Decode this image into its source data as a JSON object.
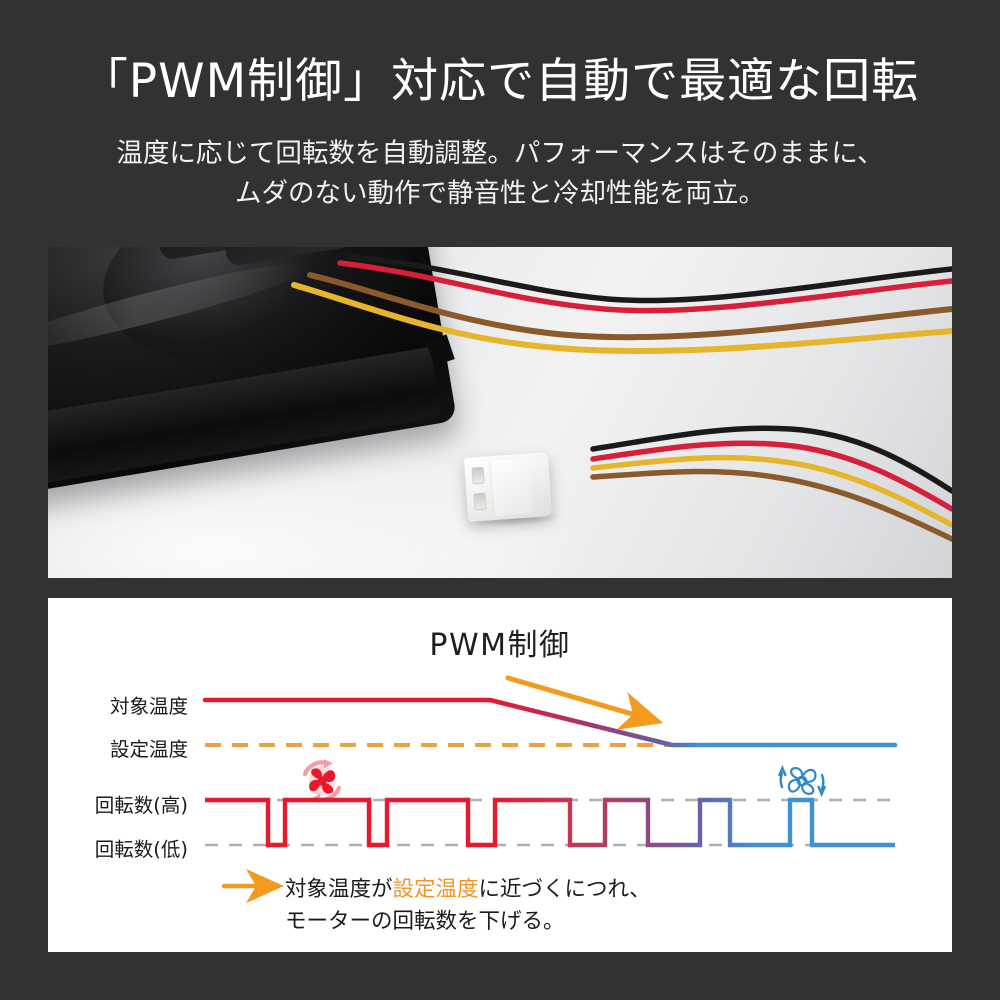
{
  "header": {
    "headline": "「PWM制御」対応で自動で最適な回転",
    "subhead_line1": "温度に応じて回転数を自動調整。パフォーマンスはそのままに、",
    "subhead_line2": "ムダのない動作で静音性と冷却性能を両立。"
  },
  "photo": {
    "alt": "PWM対応ファンと4ピンコネクタの写真",
    "fan_label": "black-cooling-fan",
    "connector_label": "white-4pin-connector",
    "wire_colors": [
      "#d81f3a",
      "#1a1a1a",
      "#8a5a2b",
      "#e6b52c"
    ]
  },
  "chart_panel": {
    "title": "PWM制御",
    "labels": {
      "target_temp": "対象温度",
      "set_temp": "設定温度",
      "rpm_high": "回転数(高)",
      "rpm_low": "回転数(低)"
    },
    "icons": {
      "fast_fan": "fan-spinning-fast-icon",
      "slow_fan": "fan-spinning-slow-icon",
      "trend_arrow": "orange-down-arrow-icon",
      "caption_arrow": "orange-right-arrow-icon"
    },
    "caption": {
      "line1_a": "対象温度が",
      "line1_hl": "設定温度",
      "line1_b": "に近づくにつれ、",
      "line2": "モーターの回転数を下げる。"
    }
  },
  "colors": {
    "background": "#323232",
    "panel": "#ffffff",
    "text_light": "#ffffff",
    "accent_orange": "#f0962a",
    "temp_hot": "#e8192c",
    "temp_mid": "#8e4a7e",
    "temp_cool": "#3f92d2",
    "grid_gray": "#b0b0b0"
  },
  "chart_data": {
    "type": "line",
    "title": "PWM制御",
    "xlabel": "",
    "ylabel": "",
    "grid": true,
    "legend_position": "left-axis-labels",
    "axis_levels": {
      "target_temp_y": 700,
      "set_temp_y": 745,
      "rpm_high_y": 800,
      "rpm_low_y": 845
    },
    "x_range": [
      205,
      895
    ],
    "series": [
      {
        "name": "対象温度",
        "type": "line",
        "color_start": "#e8192c",
        "color_mid": "#8e4a7e",
        "color_end": "#3f92d2",
        "points": [
          {
            "x": 205,
            "y": 700
          },
          {
            "x": 490,
            "y": 700
          },
          {
            "x": 672,
            "y": 745
          },
          {
            "x": 895,
            "y": 745
          }
        ],
        "description": "対象温度は高温で一定のあと設定温度まで低下し、設定温度で安定する"
      },
      {
        "name": "設定温度",
        "type": "dashed-line",
        "color": "#e8a33c",
        "points": [
          {
            "x": 205,
            "y": 745
          },
          {
            "x": 895,
            "y": 745
          }
        ],
        "description": "設定温度を示す橙色の破線"
      },
      {
        "name": "回転数PWM波形",
        "type": "square-wave",
        "description": "デューティ比が左（高回転）から右（低回転）へ徐々に減少するPWM波形。色は赤→紫→青へ変化",
        "high_y": 800,
        "low_y": 845,
        "pulses": [
          {
            "x_start": 205,
            "x_end": 268,
            "level": "high",
            "color": "#e8192c"
          },
          {
            "x_start": 268,
            "x_end": 285,
            "level": "low",
            "color": "#e8192c"
          },
          {
            "x_start": 285,
            "x_end": 369,
            "level": "high",
            "color": "#e8192c"
          },
          {
            "x_start": 369,
            "x_end": 387,
            "level": "low",
            "color": "#e8192c"
          },
          {
            "x_start": 387,
            "x_end": 468,
            "level": "high",
            "color": "#e8192c"
          },
          {
            "x_start": 468,
            "x_end": 495,
            "level": "low",
            "color": "#e8192c"
          },
          {
            "x_start": 495,
            "x_end": 570,
            "level": "high",
            "color": "#d0354f"
          },
          {
            "x_start": 570,
            "x_end": 605,
            "level": "low",
            "color": "#a94766"
          },
          {
            "x_start": 605,
            "x_end": 648,
            "level": "high",
            "color": "#8e4a7e"
          },
          {
            "x_start": 648,
            "x_end": 700,
            "level": "low",
            "color": "#7a5396"
          },
          {
            "x_start": 700,
            "x_end": 730,
            "level": "high",
            "color": "#5a6fb4"
          },
          {
            "x_start": 730,
            "x_end": 790,
            "level": "low",
            "color": "#3f92d2"
          },
          {
            "x_start": 790,
            "x_end": 812,
            "level": "high",
            "color": "#3f92d2"
          },
          {
            "x_start": 812,
            "x_end": 895,
            "level": "low",
            "color": "#3f92d2"
          }
        ]
      }
    ],
    "annotations": [
      {
        "name": "trend-arrow",
        "text": "",
        "color": "#f39a1f",
        "x1": 508,
        "y1": 676,
        "x2": 650,
        "y2": 722
      },
      {
        "name": "fast-fan-icon",
        "x": 322,
        "y": 780,
        "color": "#e8192c"
      },
      {
        "name": "slow-fan-icon",
        "x": 802,
        "y": 780,
        "color": "#3f92d2"
      },
      {
        "name": "caption",
        "text": "対象温度が設定温度に近づくにつれ、モーターの回転数を下げる。",
        "x": 285,
        "y": 880
      }
    ]
  }
}
